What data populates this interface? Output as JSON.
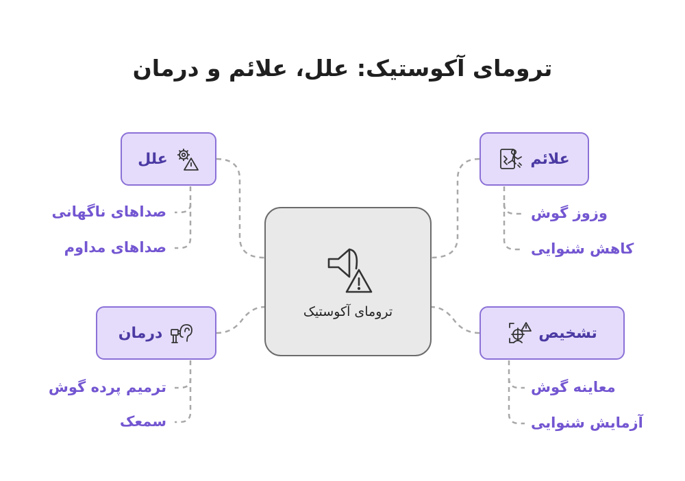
{
  "title": "ترومای آکوستیک: علل، علائم و درمان",
  "center": {
    "label": "ترومای آکوستیک",
    "icon": "speaker-warning-icon"
  },
  "branches": {
    "causes": {
      "label": "علل",
      "icon": "gear-warning-icon",
      "items": [
        "صداهای ناگهانی",
        "صداهای مداوم"
      ]
    },
    "treatment": {
      "label": "درمان",
      "icon": "hearing-aid-icon",
      "items": [
        "ترمیم پرده گوش",
        "سمعک"
      ]
    },
    "symptoms": {
      "label": "علائم",
      "icon": "person-shock-icon",
      "items": [
        "وزوز گوش",
        "کاهش شنوایی"
      ]
    },
    "diagnosis": {
      "label": "تشخیص",
      "icon": "exam-warning-icon",
      "items": [
        "معاینه گوش",
        "آزمایش شنوایی"
      ]
    }
  },
  "colors": {
    "category_fill": "#e5dcfb",
    "category_border": "#8a70d6",
    "leaf_text": "#7356d1",
    "center_fill": "#e9e9e9",
    "center_border": "#6b6b6b",
    "connector": "#a8a8a8"
  }
}
